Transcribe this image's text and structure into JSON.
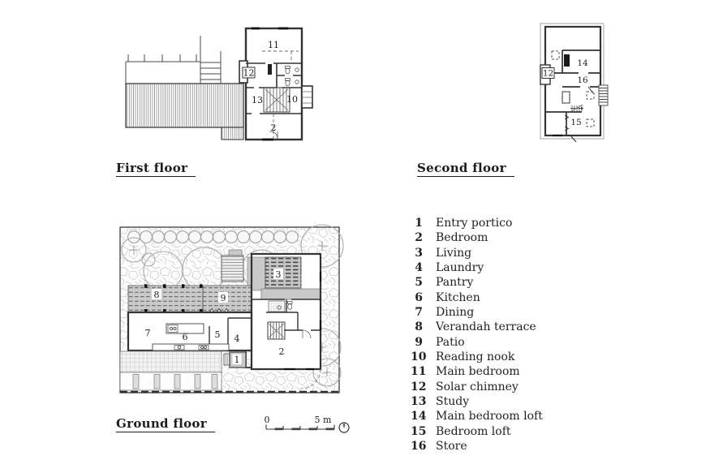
{
  "plans": {
    "first": {
      "title": "First floor",
      "rooms": {
        "r11": "11",
        "r12": "12",
        "r13": "13",
        "r10": "10",
        "r2": "2"
      }
    },
    "second": {
      "title": "Second floor",
      "rooms": {
        "r12": "12",
        "r14": "14",
        "r16": "16",
        "r15": "15"
      }
    },
    "ground": {
      "title": "Ground floor",
      "rooms": {
        "r1": "1",
        "r2": "2",
        "r3": "3",
        "r4": "4",
        "r5": "5",
        "r6": "6",
        "r7": "7",
        "r8": "8",
        "r9": "9"
      }
    }
  },
  "legend": {
    "items": [
      {
        "num": "1",
        "label": "Entry portico"
      },
      {
        "num": "2",
        "label": "Bedroom"
      },
      {
        "num": "3",
        "label": "Living"
      },
      {
        "num": "4",
        "label": "Laundry"
      },
      {
        "num": "5",
        "label": "Pantry"
      },
      {
        "num": "6",
        "label": "Kitchen"
      },
      {
        "num": "7",
        "label": "Dining"
      },
      {
        "num": "8",
        "label": "Verandah terrace"
      },
      {
        "num": "9",
        "label": "Patio"
      },
      {
        "num": "10",
        "label": "Reading nook"
      },
      {
        "num": "11",
        "label": "Main bedroom"
      },
      {
        "num": "12",
        "label": "Solar chimney"
      },
      {
        "num": "13",
        "label": "Study"
      },
      {
        "num": "14",
        "label": "Main bedroom loft"
      },
      {
        "num": "15",
        "label": "Bedroom loft"
      },
      {
        "num": "16",
        "label": "Store"
      }
    ]
  },
  "scale_bar": {
    "start_label": "0",
    "end_label": "5 m"
  },
  "colors": {
    "line_dark": "#333333",
    "gray_fill": "#c9c9c9",
    "paving_line": "#bdbdbd"
  }
}
